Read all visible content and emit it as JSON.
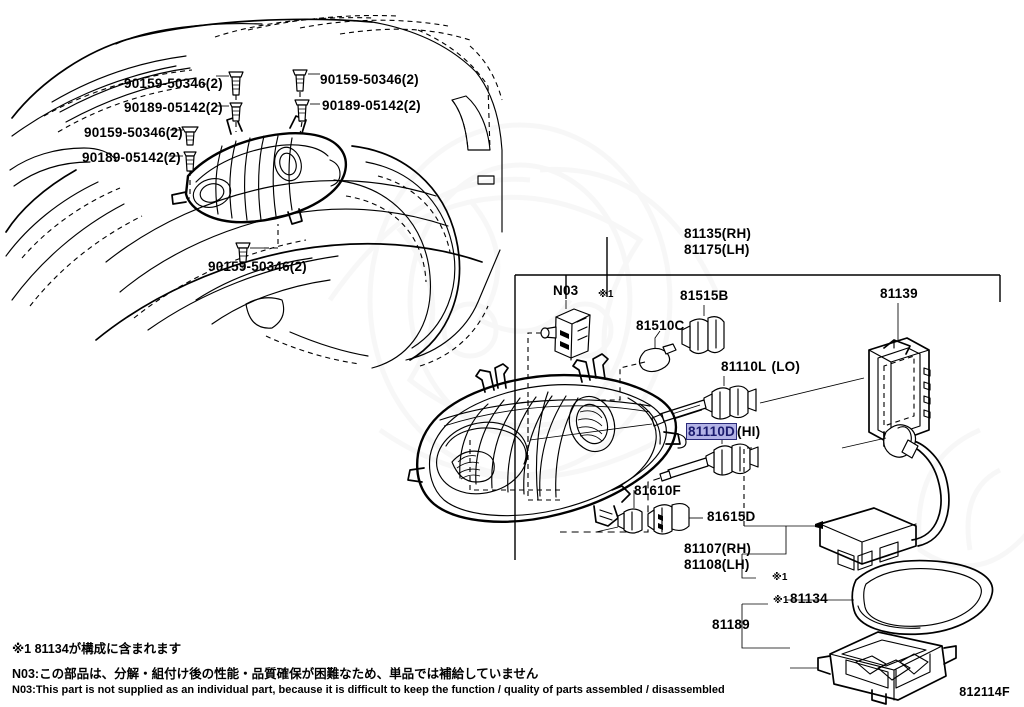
{
  "diagram": {
    "code": "812114F",
    "title": "Toyota headlamp assembly exploded parts diagram"
  },
  "vehicle_fasteners": [
    {
      "id": "f1",
      "label": "90159-50346(2)"
    },
    {
      "id": "f2",
      "label": "90159-50346(2)"
    },
    {
      "id": "f3",
      "label": "90189-05142(2)"
    },
    {
      "id": "f4",
      "label": "90189-05142(2)"
    },
    {
      "id": "f5",
      "label": "90159-50346(2)"
    },
    {
      "id": "f6",
      "label": "90189-05142(2)"
    },
    {
      "id": "f7",
      "label": "90159-50346(2)"
    }
  ],
  "assembly": {
    "header_rh": "81135(RH)",
    "header_lh": "81175(LH)",
    "ref_mark": "※1"
  },
  "parts": {
    "n03": "N03",
    "ref_mark_1": "※1",
    "p81515b": "81515B",
    "p81510c": "81510C",
    "p81139": "81139",
    "p81110l": "81110L",
    "p81110l_suffix": "(LO)",
    "p81110d": "81110D",
    "p81110d_suffix": "(HI)",
    "p81610f": "81610F",
    "p81615d": "81615D",
    "p81107": "81107(RH)",
    "p81108": "81108(LH)",
    "ref_mark_2": "※1",
    "ref_mark_3": "※1",
    "p81134": "81134",
    "p81189": "81189"
  },
  "notes": {
    "jp_ref": "※1 81134が構成に含まれます",
    "jp_n03": "N03:この部品は、分解・組付け後の性能・品質確保が困難なため、単品では補給していません",
    "en_n03": "N03:This part is not supplied as an individual part, because it is difficult to keep the function / quality of parts assembled / disassembled"
  },
  "colors": {
    "line": "#000000",
    "highlight_bg": "#b3b3e6",
    "highlight_text": "#1a1a6e",
    "background": "#ffffff",
    "watermark": "#cccccc"
  }
}
